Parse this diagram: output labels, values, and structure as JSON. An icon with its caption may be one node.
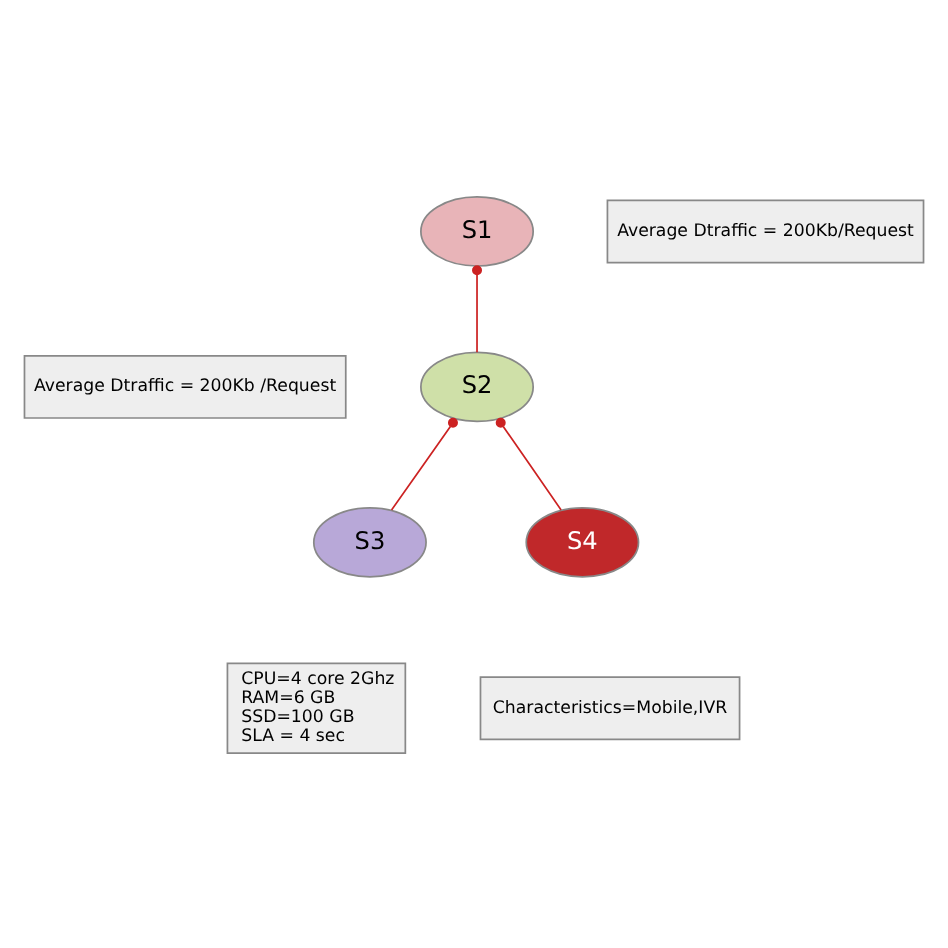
{
  "diagram": {
    "nodes": [
      {
        "text": [
          "S1"
        ]
      },
      {
        "text": [
          "Average Dtraffic = 200Kb/Request"
        ]
      },
      {
        "text": [
          "S2"
        ]
      },
      {
        "text": [
          "Average Dtraffic = 200Kb /Request"
        ]
      },
      {
        "text": [
          "S3"
        ]
      },
      {
        "text": [
          "S4"
        ]
      },
      {
        "text": [
          "CPU=4 core 2Ghz",
          "RAM=6 GB",
          "SSD=100 GB",
          "SLA = 4 sec"
        ]
      },
      {
        "text": [
          "Characteristics=Mobile,IVR"
        ]
      }
    ],
    "edges": [
      {
        "from": 0,
        "to": 2,
        "arrow": "other"
      },
      {
        "from": 2,
        "to": 4,
        "arrow": "other"
      },
      {
        "from": 2,
        "to": 5,
        "arrow": "other"
      }
    ]
  }
}
